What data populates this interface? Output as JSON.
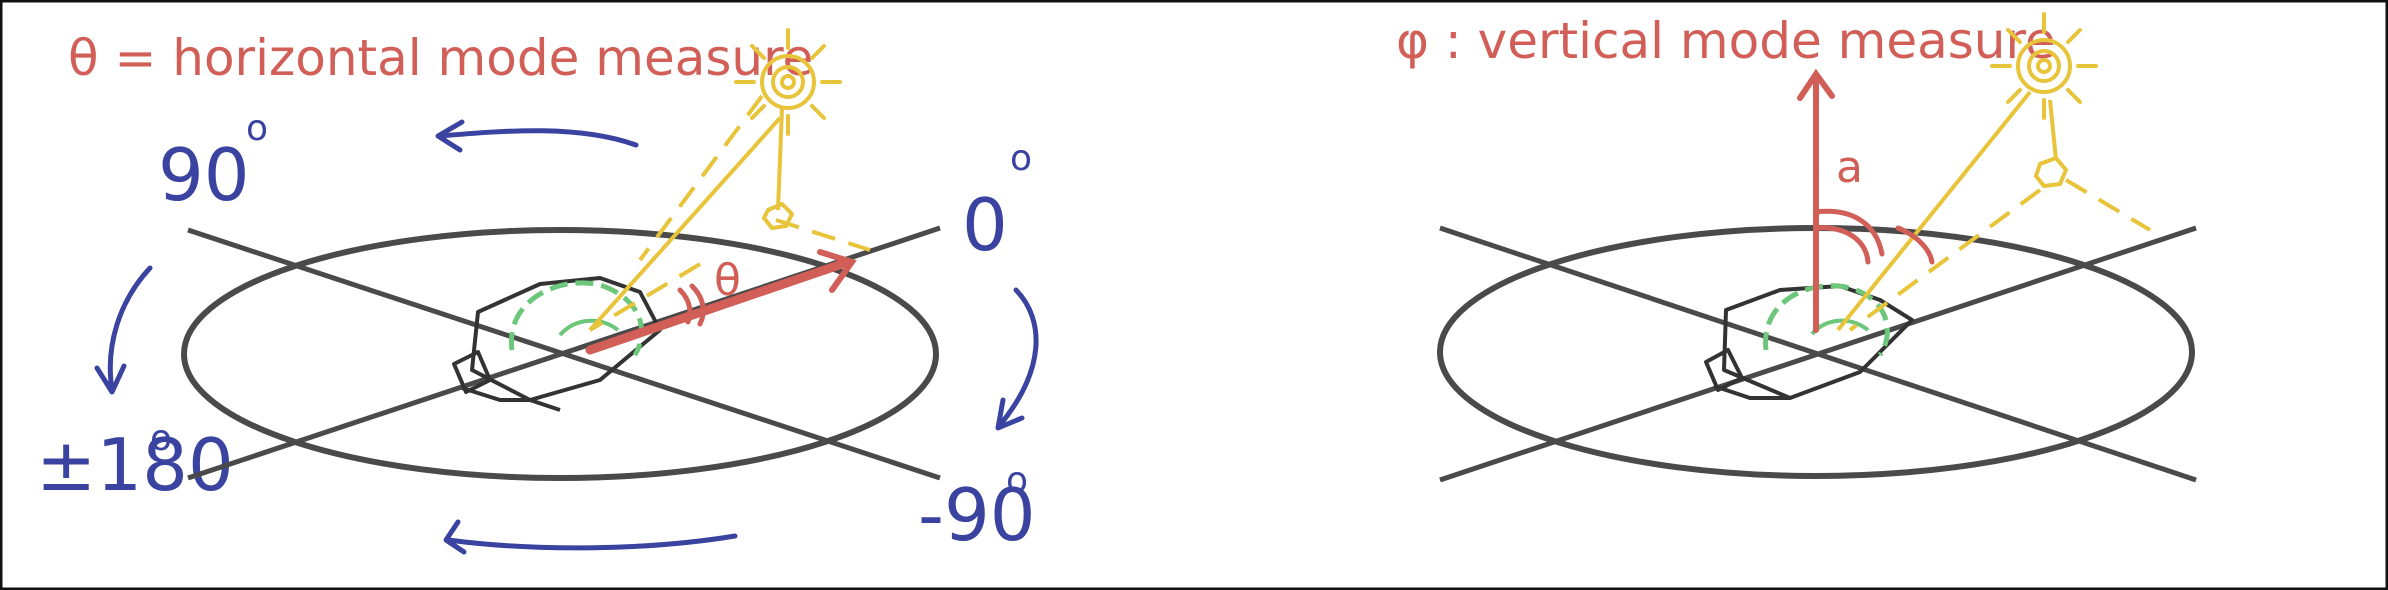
{
  "left_panel": {
    "title": "θ = horizontal mode measure",
    "labels": {
      "deg_90": "90",
      "deg_0": "0",
      "deg_neg90": "-90",
      "deg_pm180": "±180",
      "deg_symbol": "o",
      "angle_symbol": "θ"
    }
  },
  "right_panel": {
    "title": "φ : vertical mode measure",
    "labels": {
      "angle_symbol": "a"
    }
  },
  "colors": {
    "outline": "#111111",
    "ellipse": "#4a4a4a",
    "blue": "#3a43a0",
    "red": "#d15f57",
    "yellow": "#e8c43a",
    "green": "#6cc77a",
    "dark": "#333333"
  },
  "icons": [
    "sun-icon",
    "sun-icon",
    "telescope-icon",
    "telescope-icon"
  ]
}
